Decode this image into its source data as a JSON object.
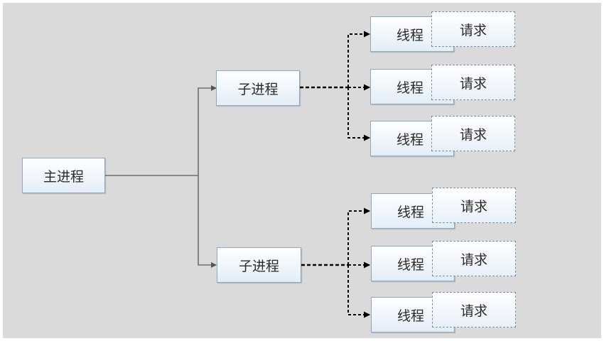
{
  "main_process": {
    "label": "主进程"
  },
  "groups": [
    {
      "child_process": {
        "label": "子进程"
      },
      "threads": [
        {
          "label": "线程",
          "request": "请求"
        },
        {
          "label": "线程",
          "request": "请求"
        },
        {
          "label": "线程",
          "request": "请求"
        }
      ]
    },
    {
      "child_process": {
        "label": "子进程"
      },
      "threads": [
        {
          "label": "线程",
          "request": "请求"
        },
        {
          "label": "线程",
          "request": "请求"
        },
        {
          "label": "线程",
          "request": "请求"
        }
      ]
    }
  ]
}
